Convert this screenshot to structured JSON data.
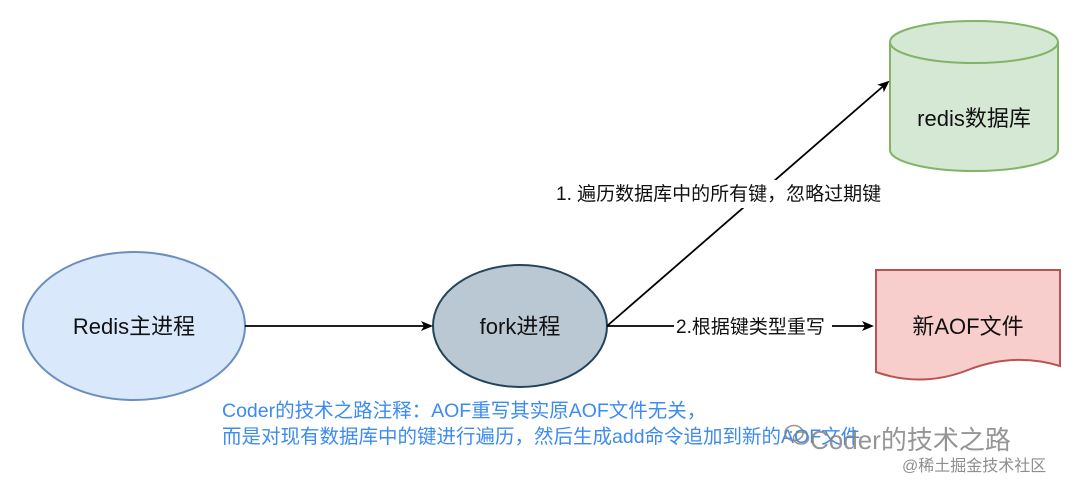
{
  "nodes": {
    "main_process": "Redis主进程",
    "fork_process": "fork进程",
    "database": "redis数据库",
    "aof_file": "新AOF文件"
  },
  "edges": {
    "traverse": "1. 遍历数据库中的所有键，忽略过期键",
    "rewrite": "2.根据键类型重写"
  },
  "note": {
    "line1": "Coder的技术之路注释：AOF重写其实原AOF文件无关，",
    "line2": "而是对现有数据库中的键进行遍历，然后生成add命令追加到新的AOF文件"
  },
  "watermark": {
    "line1": "Coder的技术之路",
    "line2": "@稀土掘金技术社区",
    "icon": "wechat-icon"
  },
  "colors": {
    "main_process_fill": "#dae8fc",
    "main_process_stroke": "#6c8ebf",
    "fork_process_fill": "#bac8d3",
    "fork_process_stroke": "#23445d",
    "database_fill": "#d5e8d4",
    "database_stroke": "#82b366",
    "aof_fill": "#f8cecc",
    "aof_stroke": "#b85450",
    "note_text": "#3d8bf0"
  }
}
